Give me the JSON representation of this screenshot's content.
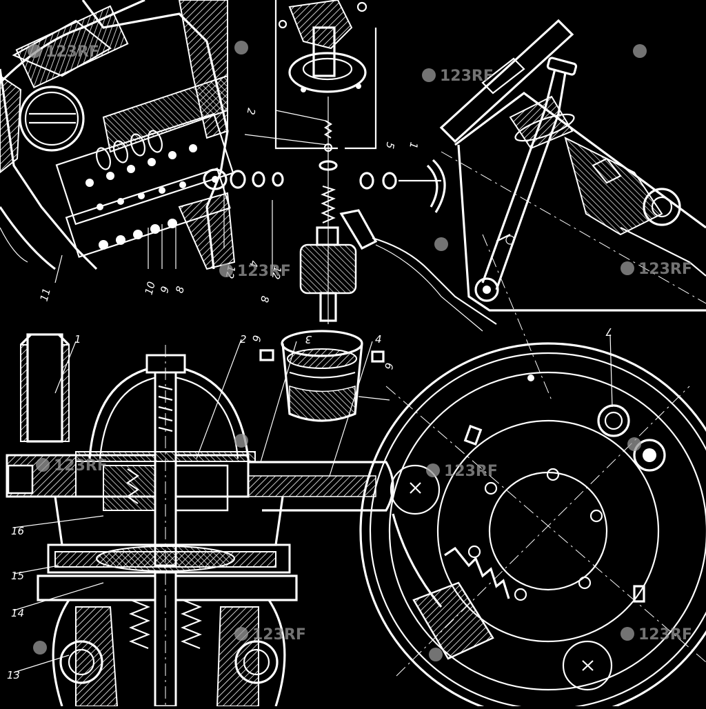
{
  "image": {
    "background_color": "#000000",
    "line_color": "#ffffff",
    "watermark_color": "#9a9a9a"
  },
  "watermark": {
    "text": "123RF",
    "icon": "camera-icon"
  },
  "callouts": {
    "c1": "1",
    "c2": "2",
    "c2b": "2",
    "c3": "3",
    "c4": "4",
    "c5": "5",
    "c6": "6",
    "c6b": "6",
    "c7": "7",
    "c8": "8",
    "c8b": "8",
    "c9": "9",
    "c10": "10",
    "c11": "11",
    "c12": "12",
    "c12b": "12",
    "c13": "13",
    "c14": "14",
    "c15": "15",
    "c16": "16",
    "c1t": "1",
    "c4t": "4"
  }
}
